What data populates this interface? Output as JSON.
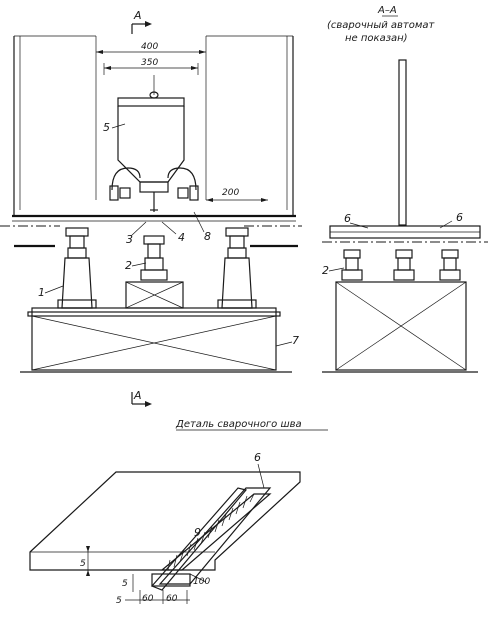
{
  "section_mark": "A",
  "section_title": "А–А",
  "section_note_line1": "(сварочный автомат",
  "section_note_line2": "не показан)",
  "detail_title": "Деталь сварочного шва",
  "dims": {
    "d400": "400",
    "d350": "350",
    "d200": "200",
    "d5_top": "5",
    "d5_side": "5",
    "d5_bottom": "5",
    "d60a": "60",
    "d60b": "60",
    "d100": "100"
  },
  "callouts": {
    "c1": "1",
    "c2": "2",
    "c2b": "2",
    "c3": "3",
    "c4": "4",
    "c5": "5",
    "c6a": "6",
    "c6b": "6",
    "c6c": "6",
    "c7": "7",
    "c8": "8",
    "c9": "9"
  }
}
